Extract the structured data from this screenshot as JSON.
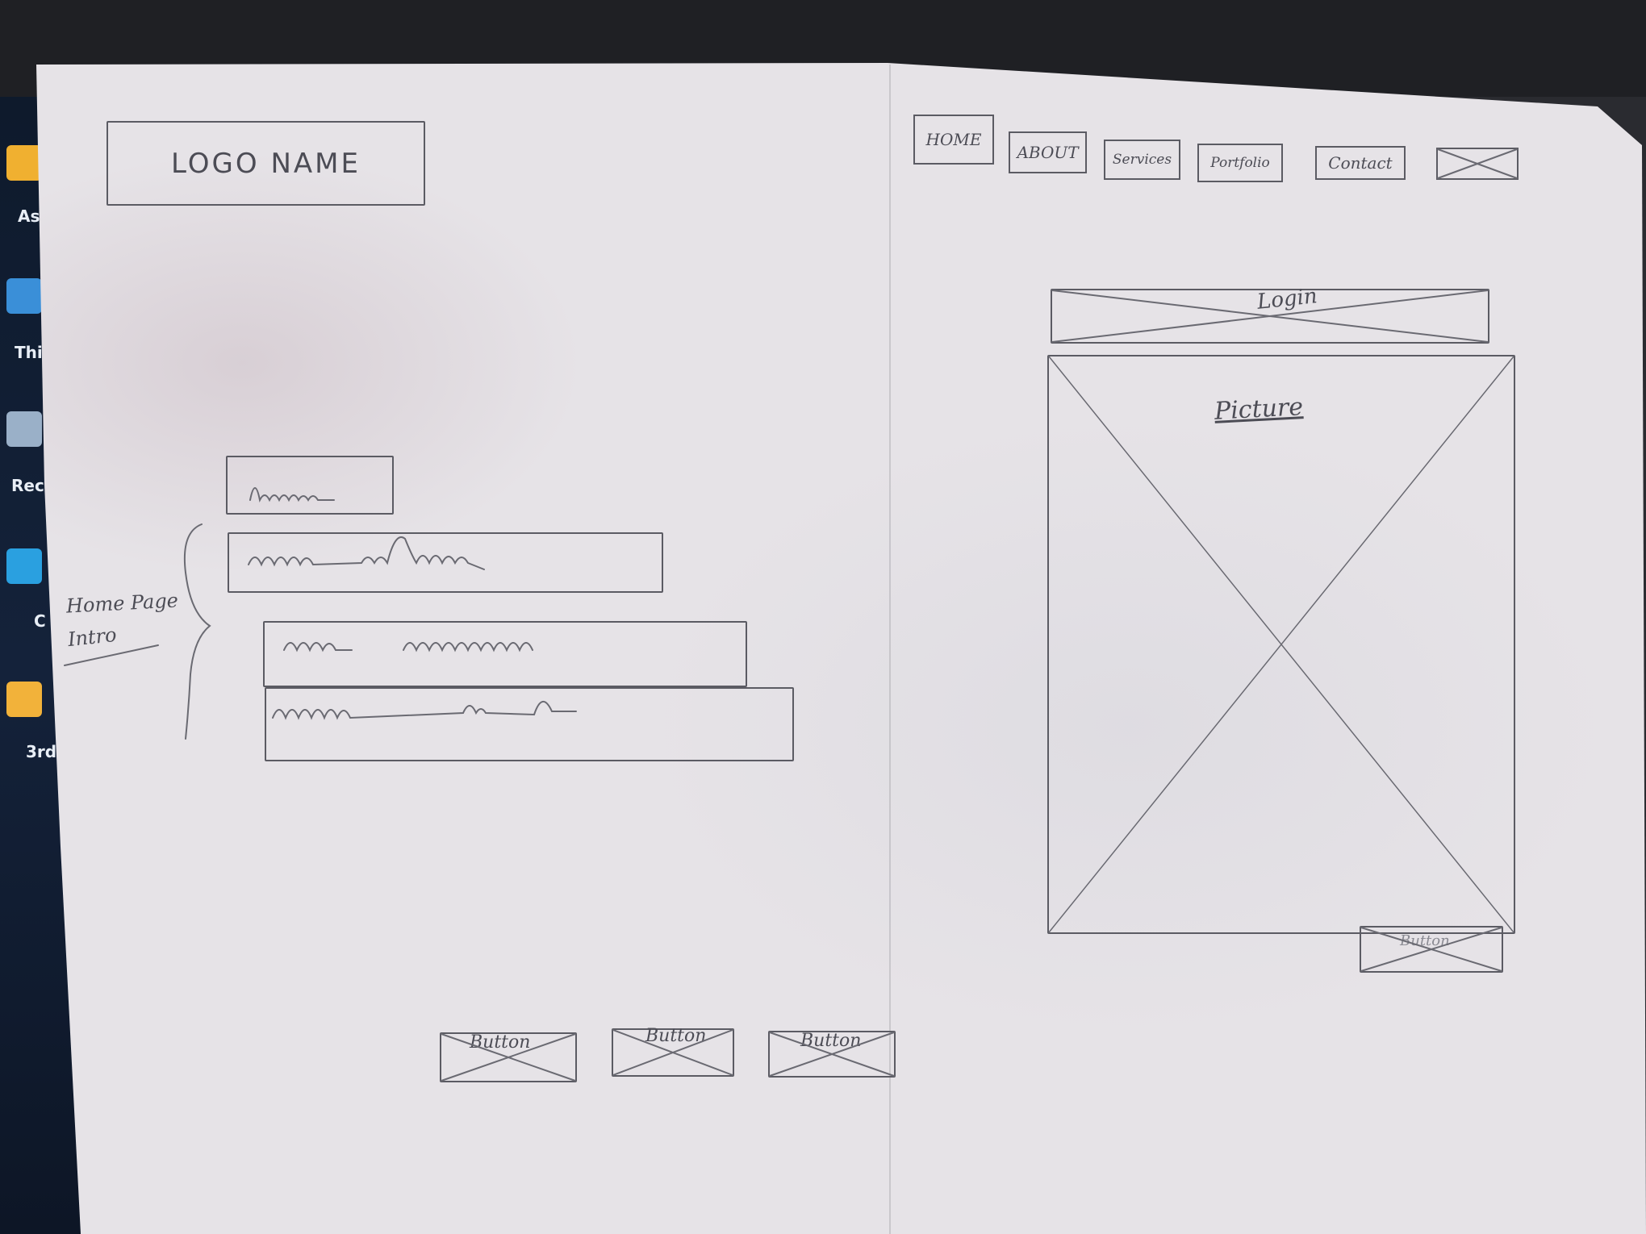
{
  "desktop": {
    "labels": [
      "As",
      "Thi",
      "Recy",
      "C",
      "3rd"
    ]
  },
  "sketch": {
    "logo": "LOGO NAME",
    "nav": [
      "HOME",
      "ABOUT",
      "Services",
      "Portfolio",
      "Contact"
    ],
    "side_note_line1": "Home Page",
    "side_note_line2": "Intro",
    "login_label": "Login",
    "picture_label": "Picture",
    "picture_button": "Button",
    "buttons": [
      "Button",
      "Button",
      "Button"
    ]
  }
}
